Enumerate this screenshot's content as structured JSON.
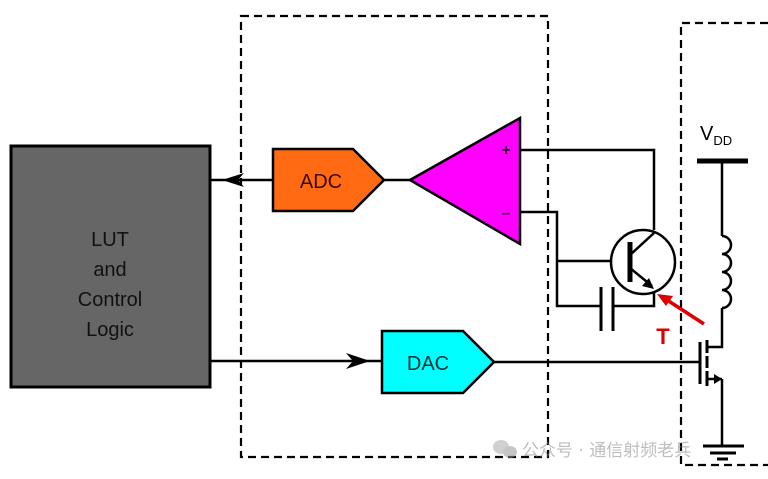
{
  "diagram": {
    "lut_block": {
      "lines": [
        "LUT",
        "and",
        "Control",
        "Logic"
      ],
      "fill": "#666666"
    },
    "adc": {
      "label": "ADC",
      "fill": "#ff6a13"
    },
    "dac": {
      "label": "DAC",
      "fill": "#00ffff"
    },
    "opamp": {
      "plus": "+",
      "minus": "–",
      "fill": "#ff00ff"
    },
    "vdd": {
      "main": "V",
      "sub": "DD"
    },
    "temp_marker": {
      "label": "T",
      "color": "#dd0000"
    },
    "watermark": {
      "text": "公众号 · 通信射频老兵"
    }
  }
}
